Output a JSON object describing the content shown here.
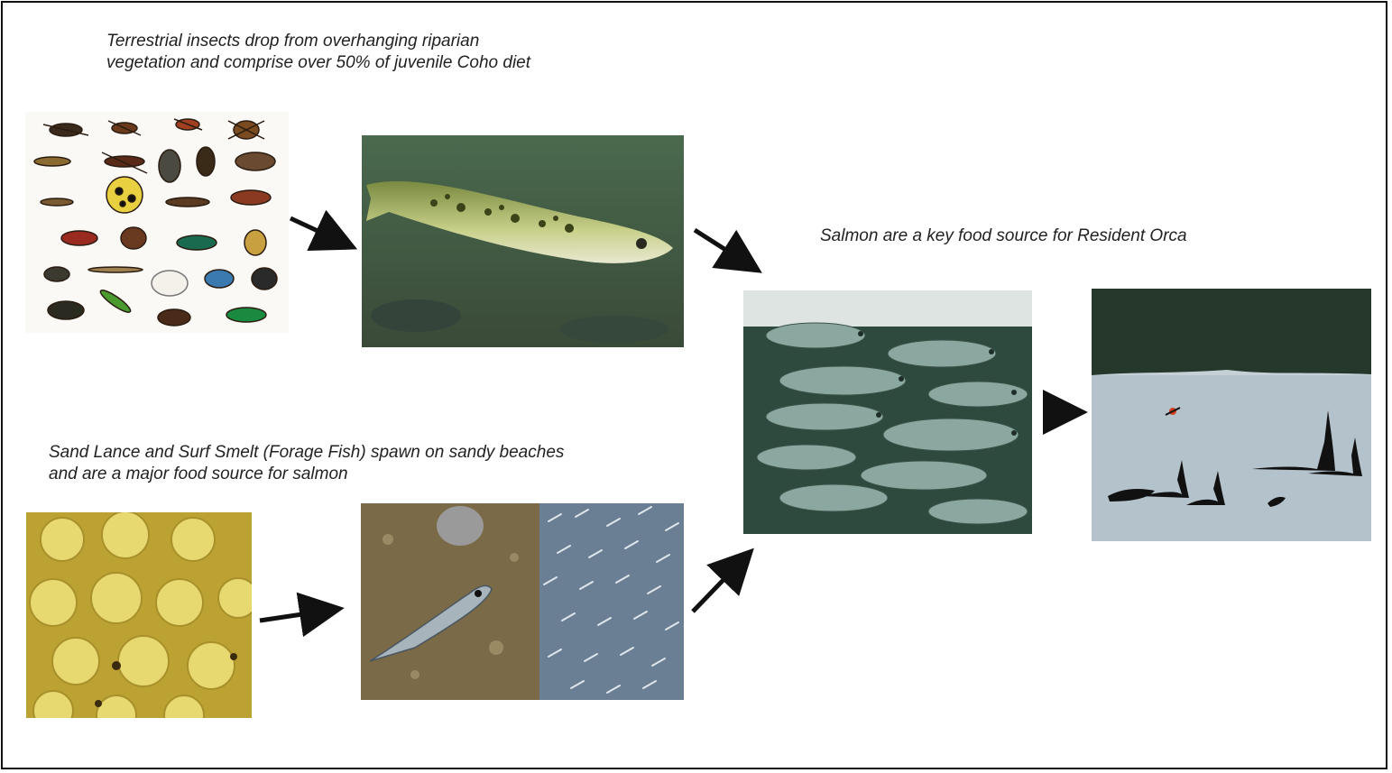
{
  "captions": {
    "insects_line1": "Terrestrial insects drop from overhanging riparian",
    "insects_line2": "vegetation and comprise over 50% of juvenile Coho diet",
    "orca": "Salmon are a key food source for Resident Orca",
    "forage_line1": "Sand Lance and Surf Smelt (Forage Fish) spawn on sandy beaches",
    "forage_line2": "and are a major food source for salmon"
  },
  "colors": {
    "arrow": "#111111",
    "frame": "#111111",
    "caption": "#222222"
  },
  "images": [
    {
      "name": "insects-photo",
      "subject": "assorted terrestrial insects"
    },
    {
      "name": "juvenile-coho-photo",
      "subject": "juvenile coho salmon underwater"
    },
    {
      "name": "fish-eggs-photo",
      "subject": "forage fish eggs on sand"
    },
    {
      "name": "sand-lance-photo",
      "subject": "sand lance on beach gravel"
    },
    {
      "name": "forage-fish-school-photo",
      "subject": "school of forage fish"
    },
    {
      "name": "salmon-school-photo",
      "subject": "school of salmon"
    },
    {
      "name": "orca-photo",
      "subject": "resident orcas surfacing near kayaker"
    }
  ]
}
